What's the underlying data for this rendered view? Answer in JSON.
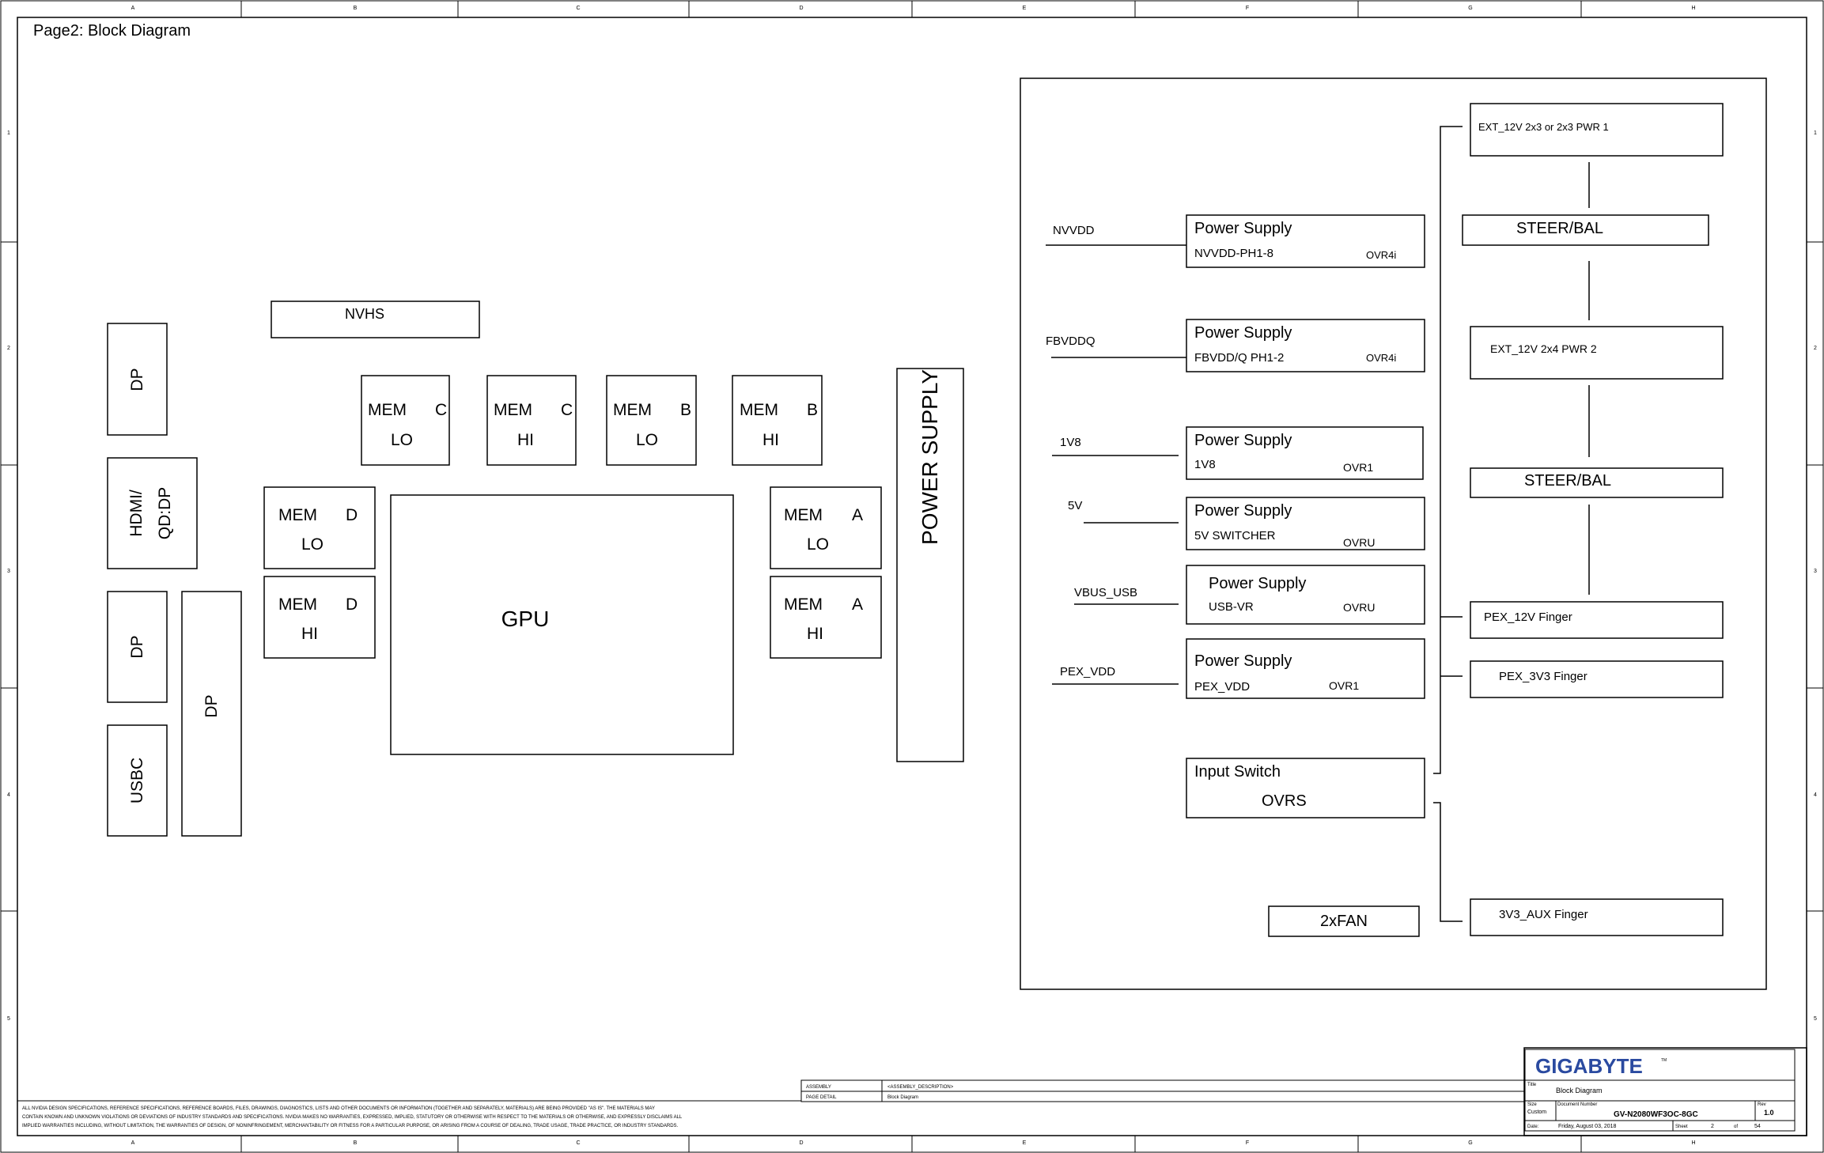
{
  "page_title": "Page2: Block Diagram",
  "frame": {
    "col_labels": [
      "A",
      "B",
      "C",
      "D",
      "E",
      "F",
      "G",
      "H"
    ],
    "row_labels": [
      "1",
      "2",
      "3",
      "4",
      "5"
    ]
  },
  "left": {
    "connectors": {
      "dp1": "DP",
      "hdmi_line1": "HDMI/",
      "hdmi_line2": "QD:DP",
      "dp2": "DP",
      "usbc": "USBC",
      "dp3": "DP"
    },
    "nvhs": "NVHS",
    "mem_label": "MEM",
    "mem_c_lo": {
      "ch": "C",
      "sub": "LO"
    },
    "mem_c_hi": {
      "ch": "C",
      "sub": "HI"
    },
    "mem_b_lo": {
      "ch": "B",
      "sub": "LO"
    },
    "mem_b_hi": {
      "ch": "B",
      "sub": "HI"
    },
    "mem_d_lo": {
      "ch": "D",
      "sub": "LO"
    },
    "mem_d_hi": {
      "ch": "D",
      "sub": "HI"
    },
    "mem_a_lo": {
      "ch": "A",
      "sub": "LO"
    },
    "mem_a_hi": {
      "ch": "A",
      "sub": "HI"
    },
    "gpu": "GPU",
    "power_supply": "POWER SUPPLY"
  },
  "power": {
    "supply_title": "Power Supply",
    "rails": [
      {
        "net": "NVVDD",
        "sub": "NVVDD-PH1-8",
        "ctrl": "OVR4i"
      },
      {
        "net": "FBVDDQ",
        "sub": "FBVDD/Q PH1-2",
        "ctrl": "OVR4i"
      },
      {
        "net": "1V8",
        "sub": "1V8",
        "ctrl": "OVR1"
      },
      {
        "net": "5V",
        "sub": "5V SWITCHER",
        "ctrl": "OVRU"
      },
      {
        "net": "VBUS_USB",
        "sub": "USB-VR",
        "ctrl": "OVRU"
      },
      {
        "net": "PEX_VDD",
        "sub": "PEX_VDD",
        "ctrl": "OVR1"
      }
    ],
    "input_switch": "Input Switch",
    "input_switch_ctrl": "OVRS",
    "fan": "2xFAN",
    "ext_pwr1": "EXT_12V 2x3 or 2x3 PWR 1",
    "steer1": "STEER/BAL",
    "ext_pwr2": "EXT_12V 2x4 PWR 2",
    "steer2": "STEER/BAL",
    "pex12": "PEX_12V Finger",
    "pex3v3": "PEX_3V3 Finger",
    "aux": "3V3_AUX Finger"
  },
  "title_block": {
    "company": "GIGABYTE",
    "tm": "TM",
    "title_label": "Title",
    "title": "Block Diagram",
    "size_label": "Size",
    "size_value": "Custom",
    "docnum_label": "Document Number",
    "docnum": "GV-N2080WF3OC-8GC",
    "rev_label": "Rev",
    "rev": "1.0",
    "date_label": "Date:",
    "date": "Friday, August 03, 2018",
    "sheet_label": "Sheet",
    "sheet_num": "2",
    "sheet_of": "of",
    "sheet_total": "54",
    "assembly_label": "ASSEMBLY",
    "assembly_value": "<ASSEMBLY_DESCRIPTION>",
    "page_detail_label": "PAGE DETAIL",
    "page_detail_value": "Block Diagram"
  },
  "disclaimer": [
    "ALL NVIDIA DESIGN SPECIFICATIONS, REFERENCE SPECIFICATIONS, REFERENCE BOARDS, FILES, DRAWINGS, DIAGNOSTICS, LISTS AND OTHER DOCUMENTS OR INFORMATION (TOGETHER AND SEPARATELY, MATERIALS) ARE BEING PROVIDED \"AS IS\". THE MATERIALS MAY",
    "CONTAIN KNOWN AND UNKNOWN VIOLATIONS OR DEVIATIONS OF INDUSTRY STANDARDS AND SPECIFICATIONS. NVIDIA MAKES NO WARRANTIES, EXPRESSED, IMPLIED, STATUTORY OR OTHERWISE WITH RESPECT TO THE MATERIALS OR OTHERWISE, AND EXPRESSLY DISCLAIMS ALL",
    "IMPLIED WARRANTIES INCLUDING, WITHOUT LIMITATION, THE WARRANTIES OF DESIGN, OF NONINFRINGEMENT, MERCHANTABILITY OR FITNESS FOR A PARTICULAR PURPOSE, OR ARISING FROM A COURSE OF DEALING, TRADE USAGE, TRADE PRACTICE, OR INDUSTRY STANDARDS."
  ]
}
